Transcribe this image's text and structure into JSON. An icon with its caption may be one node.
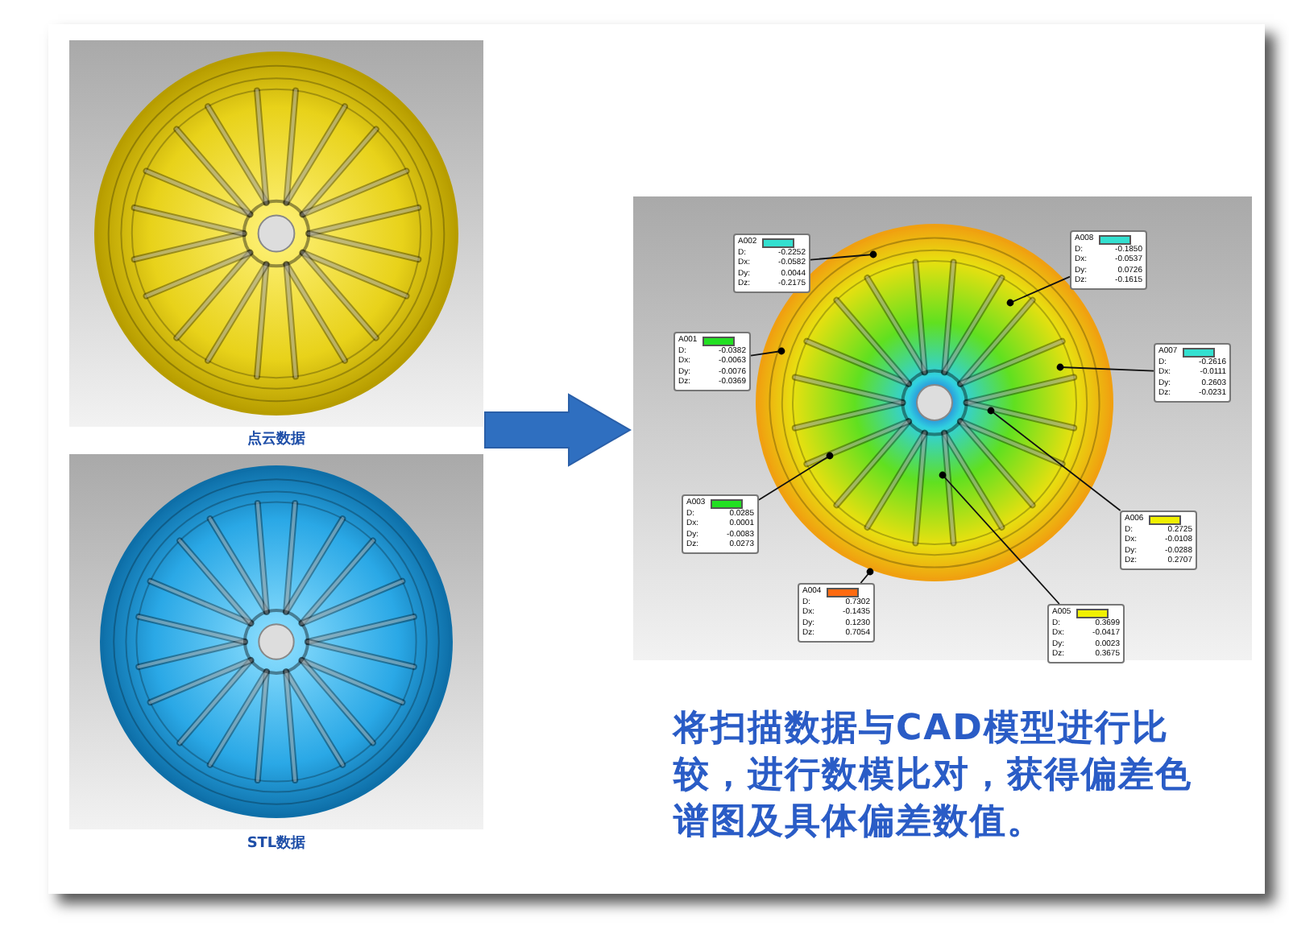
{
  "diagram": {
    "caption": "将扫描数据与CAD模型进行比较，进行数模比对，获得偏差色谱图及具体偏差数值。",
    "nodes": [
      {
        "text": [],
        "shape": "picture",
        "beside": [
          "点云数据"
        ]
      },
      {
        "text": [],
        "shape": "picture",
        "beside": [
          "STL数据"
        ]
      },
      {
        "text": [],
        "shape": "picture"
      },
      {
        "text": [
          "A002",
          "D:",
          "-0.2252",
          "Dx:",
          "-0.0582",
          "Dy:",
          "0.0044",
          "Dz:",
          "-0.2175"
        ],
        "in": 2
      },
      {
        "text": [
          "A008",
          "D:",
          "-0.1850",
          "Dx:",
          "-0.0537",
          "Dy:",
          "0.0726",
          "Dz:",
          "-0.1615"
        ],
        "in": 2
      },
      {
        "text": [
          "A001",
          "D:",
          "-0.0382",
          "Dx:",
          "-0.0063",
          "Dy:",
          "-0.0076",
          "Dz:",
          "-0.0369"
        ],
        "in": 2
      },
      {
        "text": [
          "A007",
          "D:",
          "-0.2616",
          "Dx:",
          "-0.0111",
          "Dy:",
          "0.2603",
          "Dz:",
          "-0.0231"
        ],
        "in": 2
      },
      {
        "text": [
          "A003",
          "D:",
          "0.0285",
          "Dx:",
          "0.0001",
          "Dy:",
          "-0.0083",
          "Dz:",
          "0.0273"
        ],
        "in": 2
      },
      {
        "text": [
          "A006",
          "D:",
          "0.2725",
          "Dx:",
          "-0.0108",
          "Dy:",
          "-0.0288",
          "Dz:",
          "0.2707"
        ],
        "in": 2
      },
      {
        "text": [
          "A004",
          "D:",
          "0.7302",
          "Dx:",
          "-0.1435",
          "Dy:",
          "0.1230",
          "Dz:",
          "0.7054"
        ],
        "in": 2
      },
      {
        "text": [
          "A005",
          "D:",
          "0.3699",
          "Dx:",
          "-0.0417",
          "Dy:",
          "0.0023",
          "Dz:",
          "0.3675"
        ],
        "in": 2
      }
    ],
    "edges": [
      {
        "from": null,
        "to": 2,
        "arrow": "to",
        "style": "thick"
      },
      {
        "from": 3,
        "to": null,
        "arrow": "other"
      },
      {
        "from": 4,
        "to": null,
        "arrow": "other"
      },
      {
        "from": 5,
        "to": null,
        "arrow": "other"
      },
      {
        "from": 6,
        "to": null,
        "arrow": "other"
      },
      {
        "from": 7,
        "to": null,
        "arrow": "other"
      },
      {
        "from": 8,
        "to": null,
        "arrow": "other"
      },
      {
        "from": 9,
        "to": null,
        "arrow": "other"
      },
      {
        "from": 10,
        "to": null,
        "arrow": "other"
      }
    ]
  }
}
